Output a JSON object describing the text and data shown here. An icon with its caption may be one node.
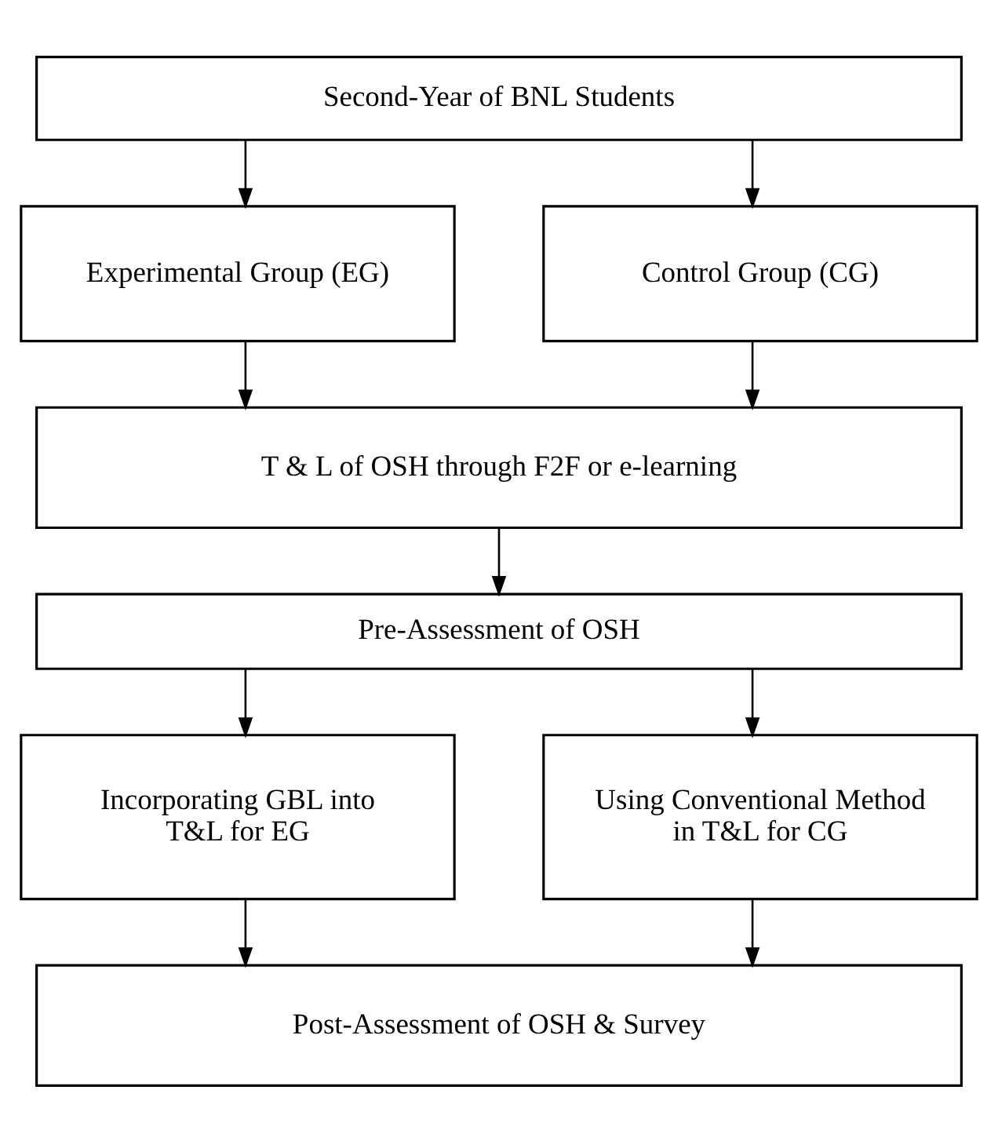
{
  "diagram": {
    "nodes": [
      {
        "text": [
          "Second-Year of BNL Students"
        ]
      },
      {
        "text": [
          "Experimental Group (EG)"
        ]
      },
      {
        "text": [
          "Control Group (CG)"
        ]
      },
      {
        "text": [
          "T & L of OSH through F2F or e-learning"
        ]
      },
      {
        "text": [
          "Pre-Assessment of OSH"
        ]
      },
      {
        "text": [
          "Incorporating GBL into T&L for EG"
        ]
      },
      {
        "text": [
          "Using Conventional Method in T&L for CG"
        ]
      },
      {
        "text": [
          "Post-Assessment of OSH & Survey"
        ]
      }
    ],
    "edges": [
      {
        "from": 0,
        "to": 1,
        "arrow": "to"
      },
      {
        "from": 0,
        "to": 2,
        "arrow": "to"
      },
      {
        "from": 1,
        "to": 3,
        "arrow": "to"
      },
      {
        "from": 2,
        "to": 3,
        "arrow": "to"
      },
      {
        "from": 3,
        "to": 4,
        "arrow": "to"
      },
      {
        "from": 4,
        "to": 5,
        "arrow": "to"
      },
      {
        "from": 4,
        "to": 6,
        "arrow": "to"
      },
      {
        "from": 5,
        "to": 7,
        "arrow": "to"
      },
      {
        "from": 6,
        "to": 7,
        "arrow": "to"
      }
    ]
  }
}
